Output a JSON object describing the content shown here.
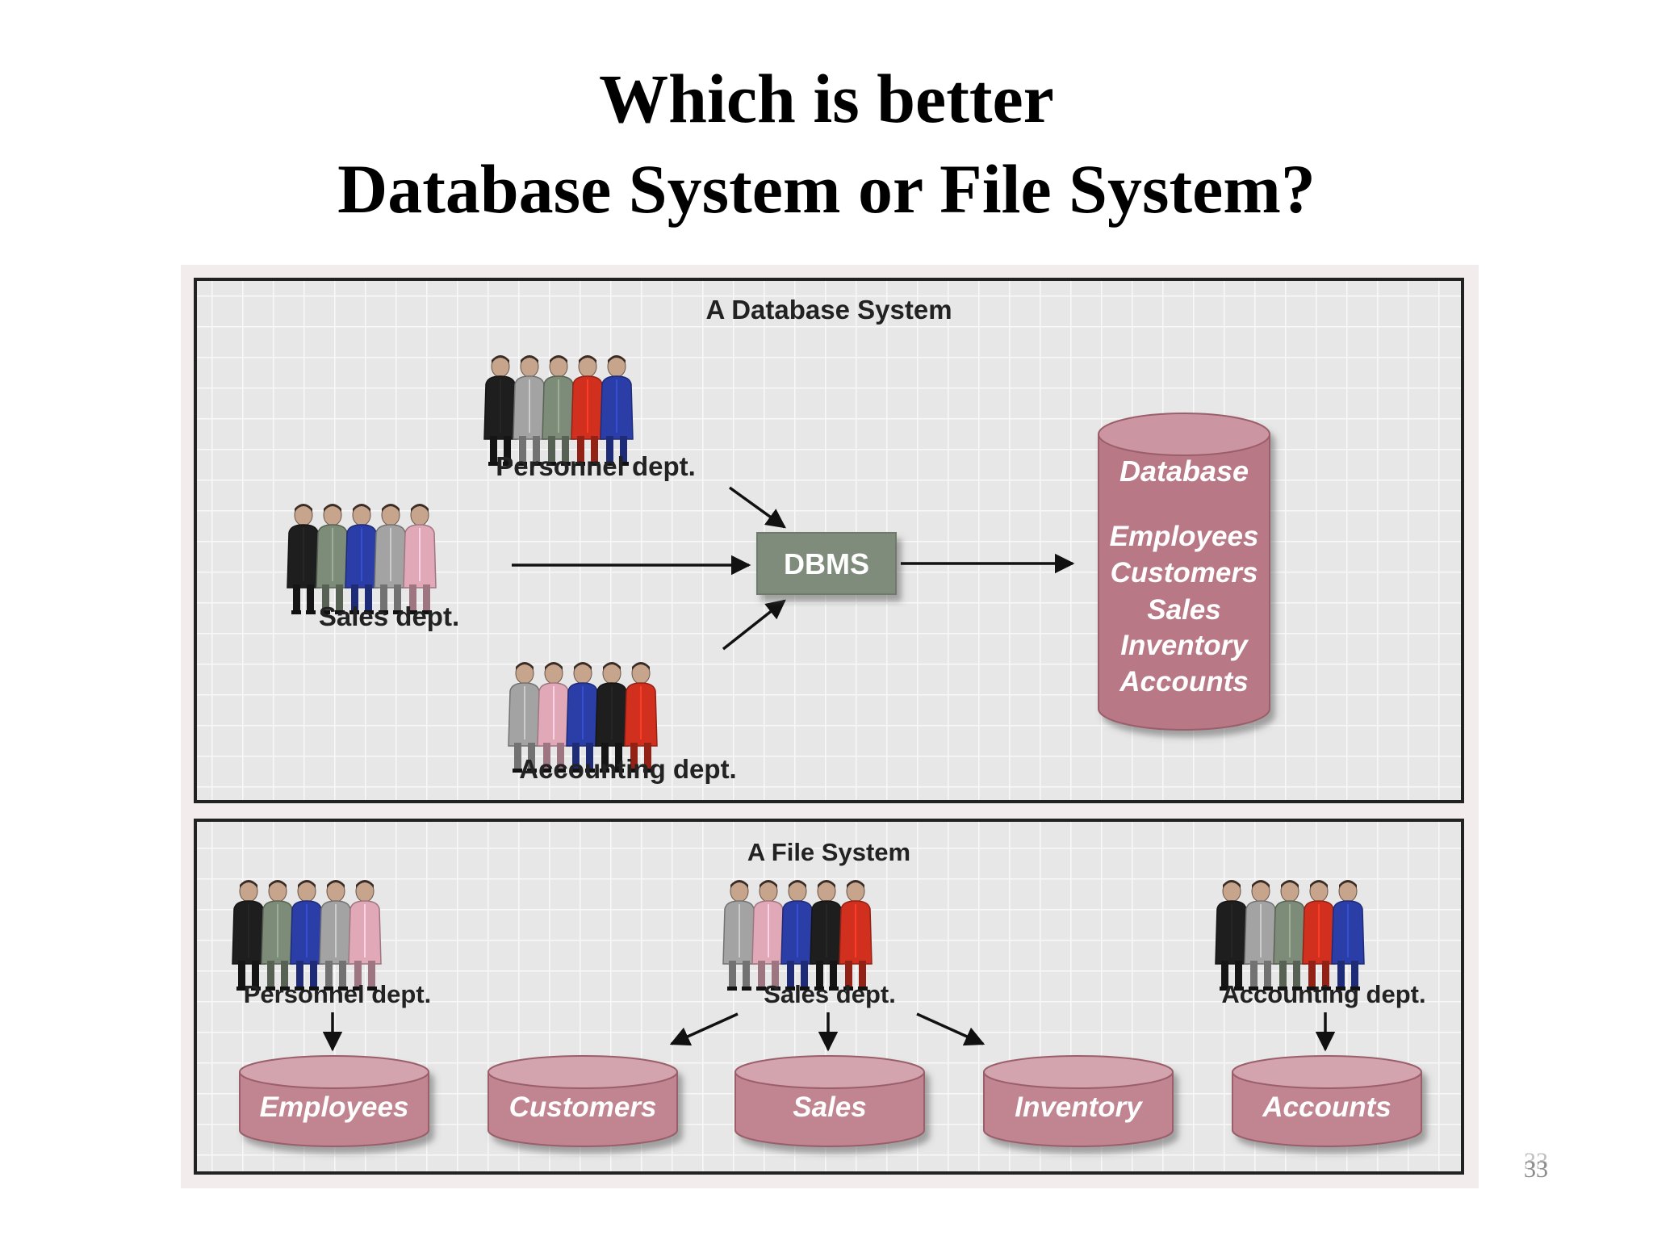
{
  "slide": {
    "title_line1": "Which is better",
    "title_line2": "Database System or File System?",
    "page_number": "33"
  },
  "database_system": {
    "panel_title": "A Database System",
    "personnel_label": "Personnel dept.",
    "sales_label": "Sales dept.",
    "accounting_label": "Accounting dept.",
    "dbms_label": "DBMS",
    "database_title": "Database",
    "database_items": [
      "Employees",
      "Customers",
      "Sales",
      "Inventory",
      "Accounts"
    ]
  },
  "file_system": {
    "panel_title": "A File System",
    "personnel_label": "Personnel dept.",
    "sales_label": "Sales dept.",
    "accounting_label": "Accounting dept.",
    "files": [
      "Employees",
      "Customers",
      "Sales",
      "Inventory",
      "Accounts"
    ]
  },
  "colors": {
    "panel_bg": "#e6e7e6",
    "grid_line": "#f7f7f7",
    "dbms_box": "#7f8c7b",
    "database_pink": "#b97886",
    "file_pink": "#c08590",
    "outfits": {
      "black": "#1e1e1e",
      "gray": "#a3a3a3",
      "green": "#7d8c78",
      "red": "#d1301f",
      "blue": "#2b3ea8",
      "pink": "#e1a8b8"
    }
  },
  "groups": {
    "db_personnel": [
      "black",
      "gray",
      "green",
      "red",
      "blue"
    ],
    "db_sales": [
      "black",
      "green",
      "blue",
      "gray",
      "pink"
    ],
    "db_accounting": [
      "gray",
      "pink",
      "blue",
      "black",
      "red"
    ],
    "fs_personnel": [
      "black",
      "green",
      "blue",
      "gray",
      "pink"
    ],
    "fs_sales": [
      "gray",
      "pink",
      "blue",
      "black",
      "red"
    ],
    "fs_accounting": [
      "black",
      "gray",
      "green",
      "red",
      "blue"
    ]
  }
}
